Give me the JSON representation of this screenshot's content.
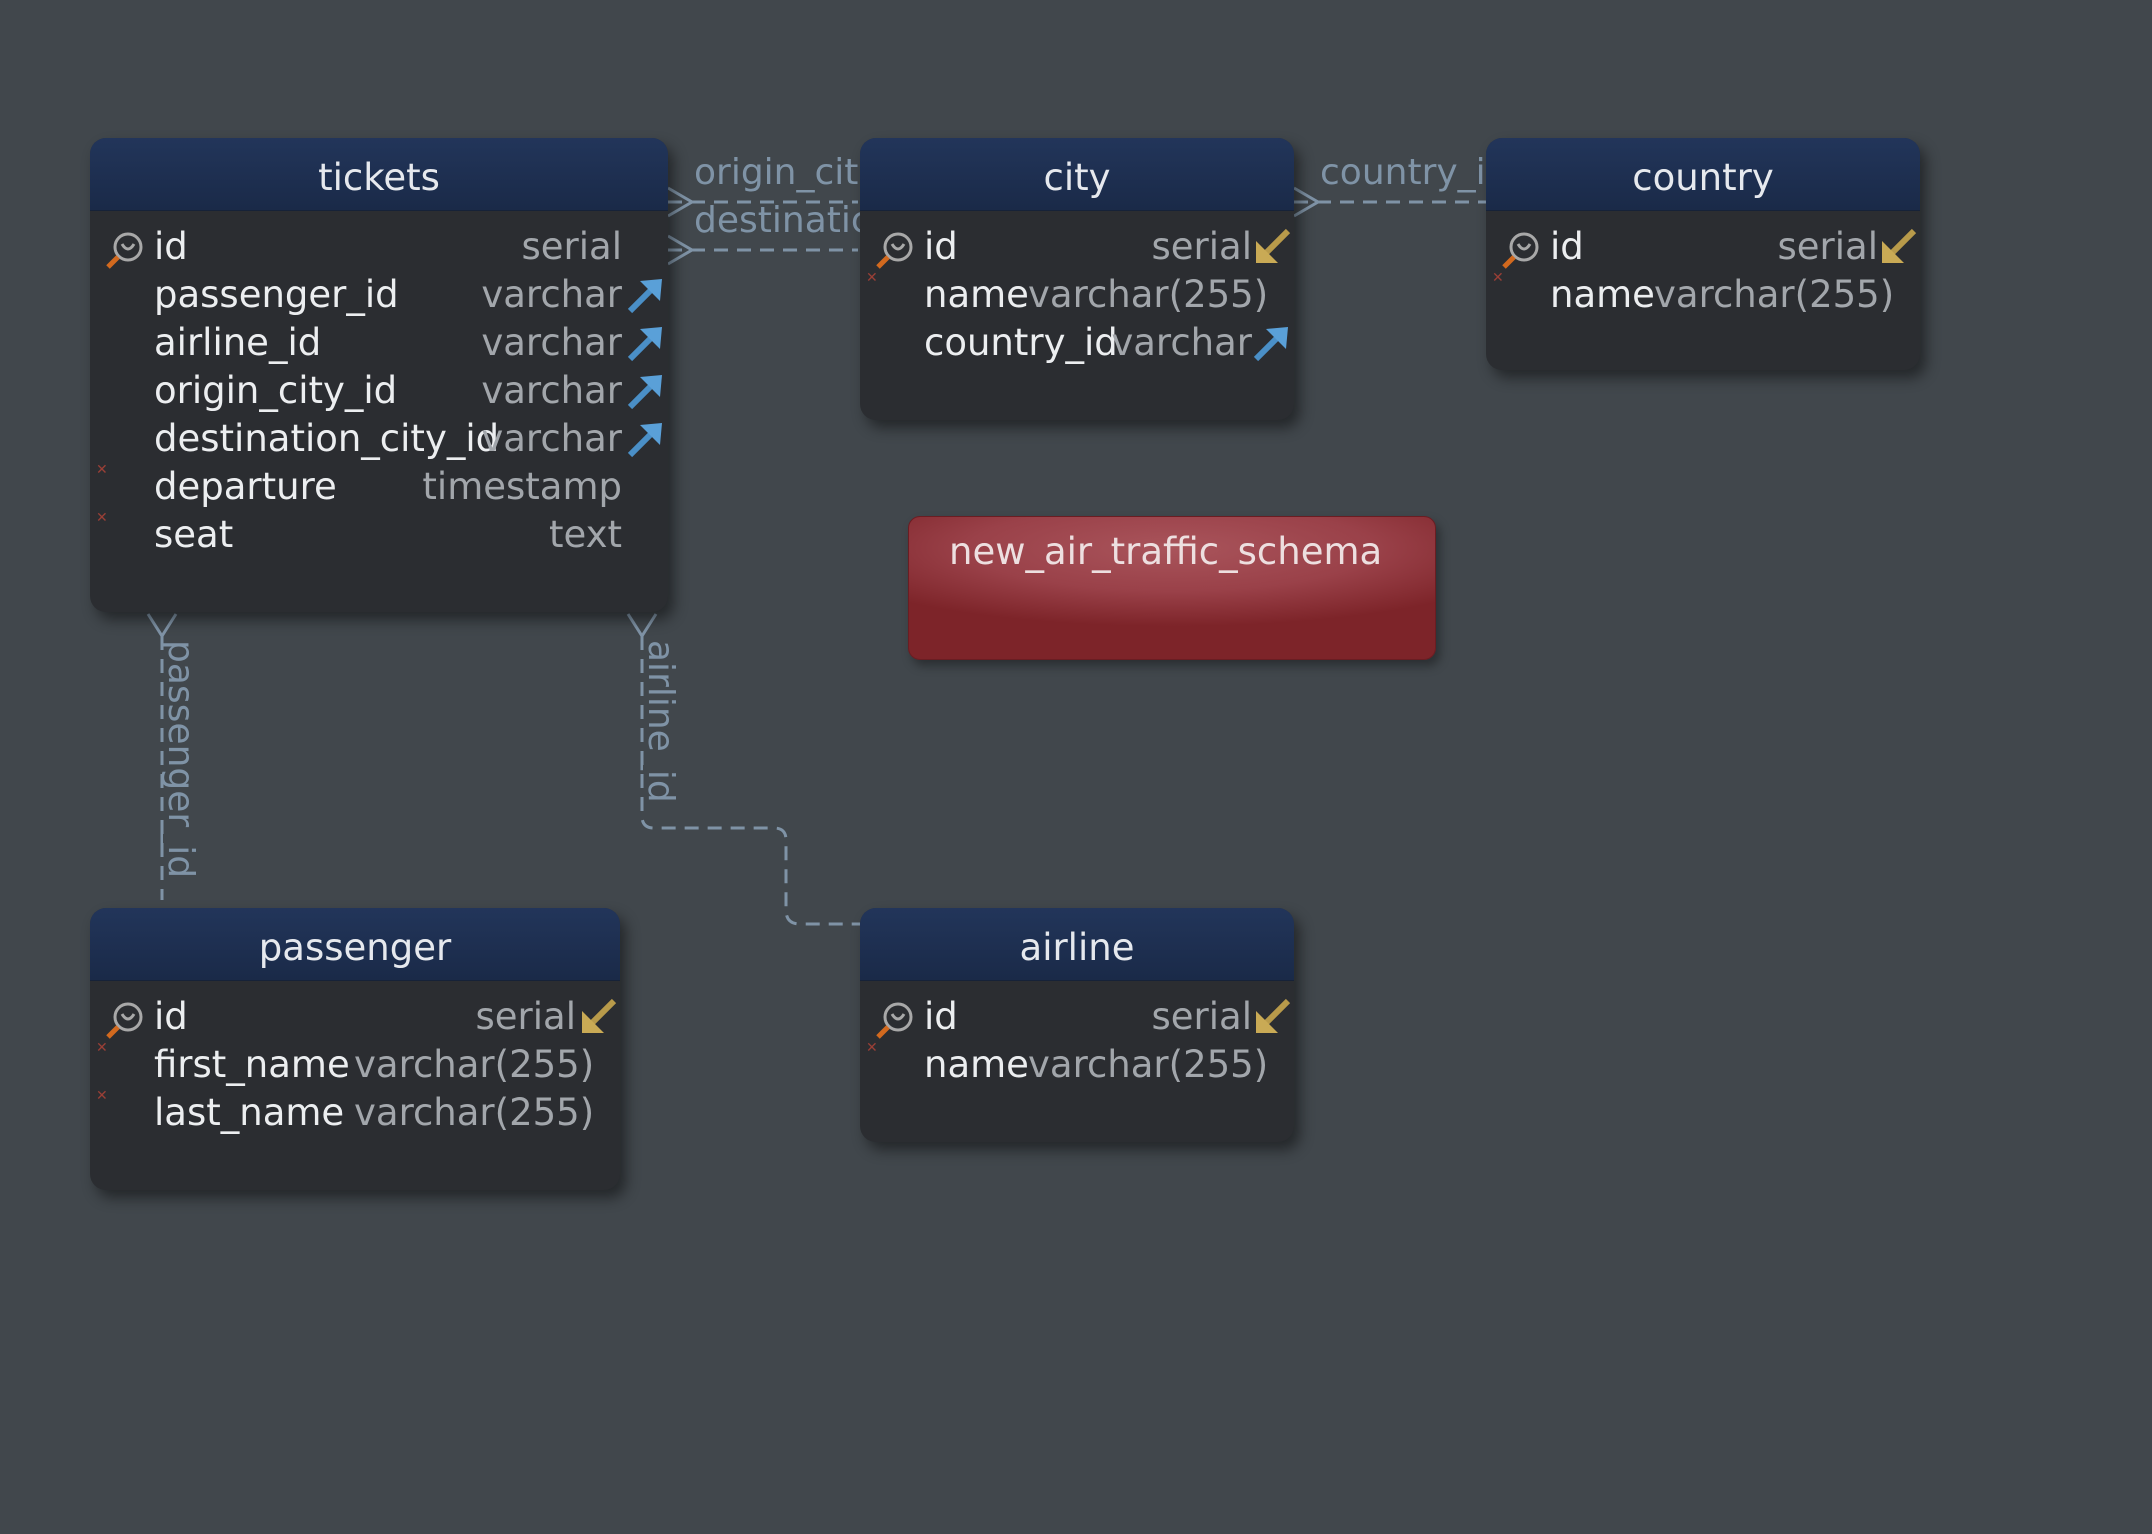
{
  "diagram": {
    "schema_name": "new_air_traffic_schema",
    "entities": {
      "tickets": {
        "title": "tickets",
        "columns": [
          {
            "name": "id",
            "type": "serial"
          },
          {
            "name": "passenger_id",
            "type": "varchar"
          },
          {
            "name": "airline_id",
            "type": "varchar"
          },
          {
            "name": "origin_city_id",
            "type": "varchar"
          },
          {
            "name": "destination_city_id",
            "type": "varchar"
          },
          {
            "name": "departure",
            "type": "timestamp"
          },
          {
            "name": "seat",
            "type": "text"
          }
        ]
      },
      "city": {
        "title": "city",
        "columns": [
          {
            "name": "id",
            "type": "serial"
          },
          {
            "name": "name",
            "type": "varchar(255)"
          },
          {
            "name": "country_id",
            "type": "varchar"
          }
        ]
      },
      "country": {
        "title": "country",
        "columns": [
          {
            "name": "id",
            "type": "serial"
          },
          {
            "name": "name",
            "type": "varchar(255)"
          }
        ]
      },
      "passenger": {
        "title": "passenger",
        "columns": [
          {
            "name": "id",
            "type": "serial"
          },
          {
            "name": "first_name",
            "type": "varchar(255)"
          },
          {
            "name": "last_name",
            "type": "varchar(255)"
          }
        ]
      },
      "airline": {
        "title": "airline",
        "columns": [
          {
            "name": "id",
            "type": "serial"
          },
          {
            "name": "name",
            "type": "varchar(255)"
          }
        ]
      }
    },
    "links": {
      "origin": "origin_cit",
      "destination": "destinatic",
      "country": "country_i",
      "passenger": "passenger_id",
      "airline": "airline_id"
    },
    "icons": {
      "primary_key": "key-search-icon",
      "foreign_key": "arrow-up-right-icon",
      "referenced_key": "arrow-down-left-icon",
      "not_null": "not-null-marker-icon"
    },
    "colors": {
      "background": "#41474c",
      "entity_header": "#1f3152",
      "entity_body": "#2b2d31",
      "link": "#7f93a6",
      "fk_icon": "#4a8fc7",
      "key_icon": "#b89a4a",
      "note": "#9a4149"
    }
  }
}
